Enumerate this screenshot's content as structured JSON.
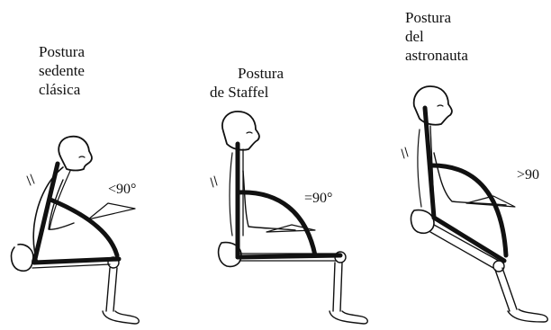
{
  "figures": [
    {
      "caption_lines": [
        "Postura",
        "sedente",
        "clásica"
      ],
      "angle_label": "<90°"
    },
    {
      "caption_lines": [
        "Postura",
        "de Staffel"
      ],
      "angle_label": "=90°"
    },
    {
      "caption_lines": [
        "Postura",
        "del",
        "astronauta"
      ],
      "angle_label": ">90"
    }
  ],
  "colors": {
    "ink": "#111111",
    "background": "#ffffff"
  }
}
